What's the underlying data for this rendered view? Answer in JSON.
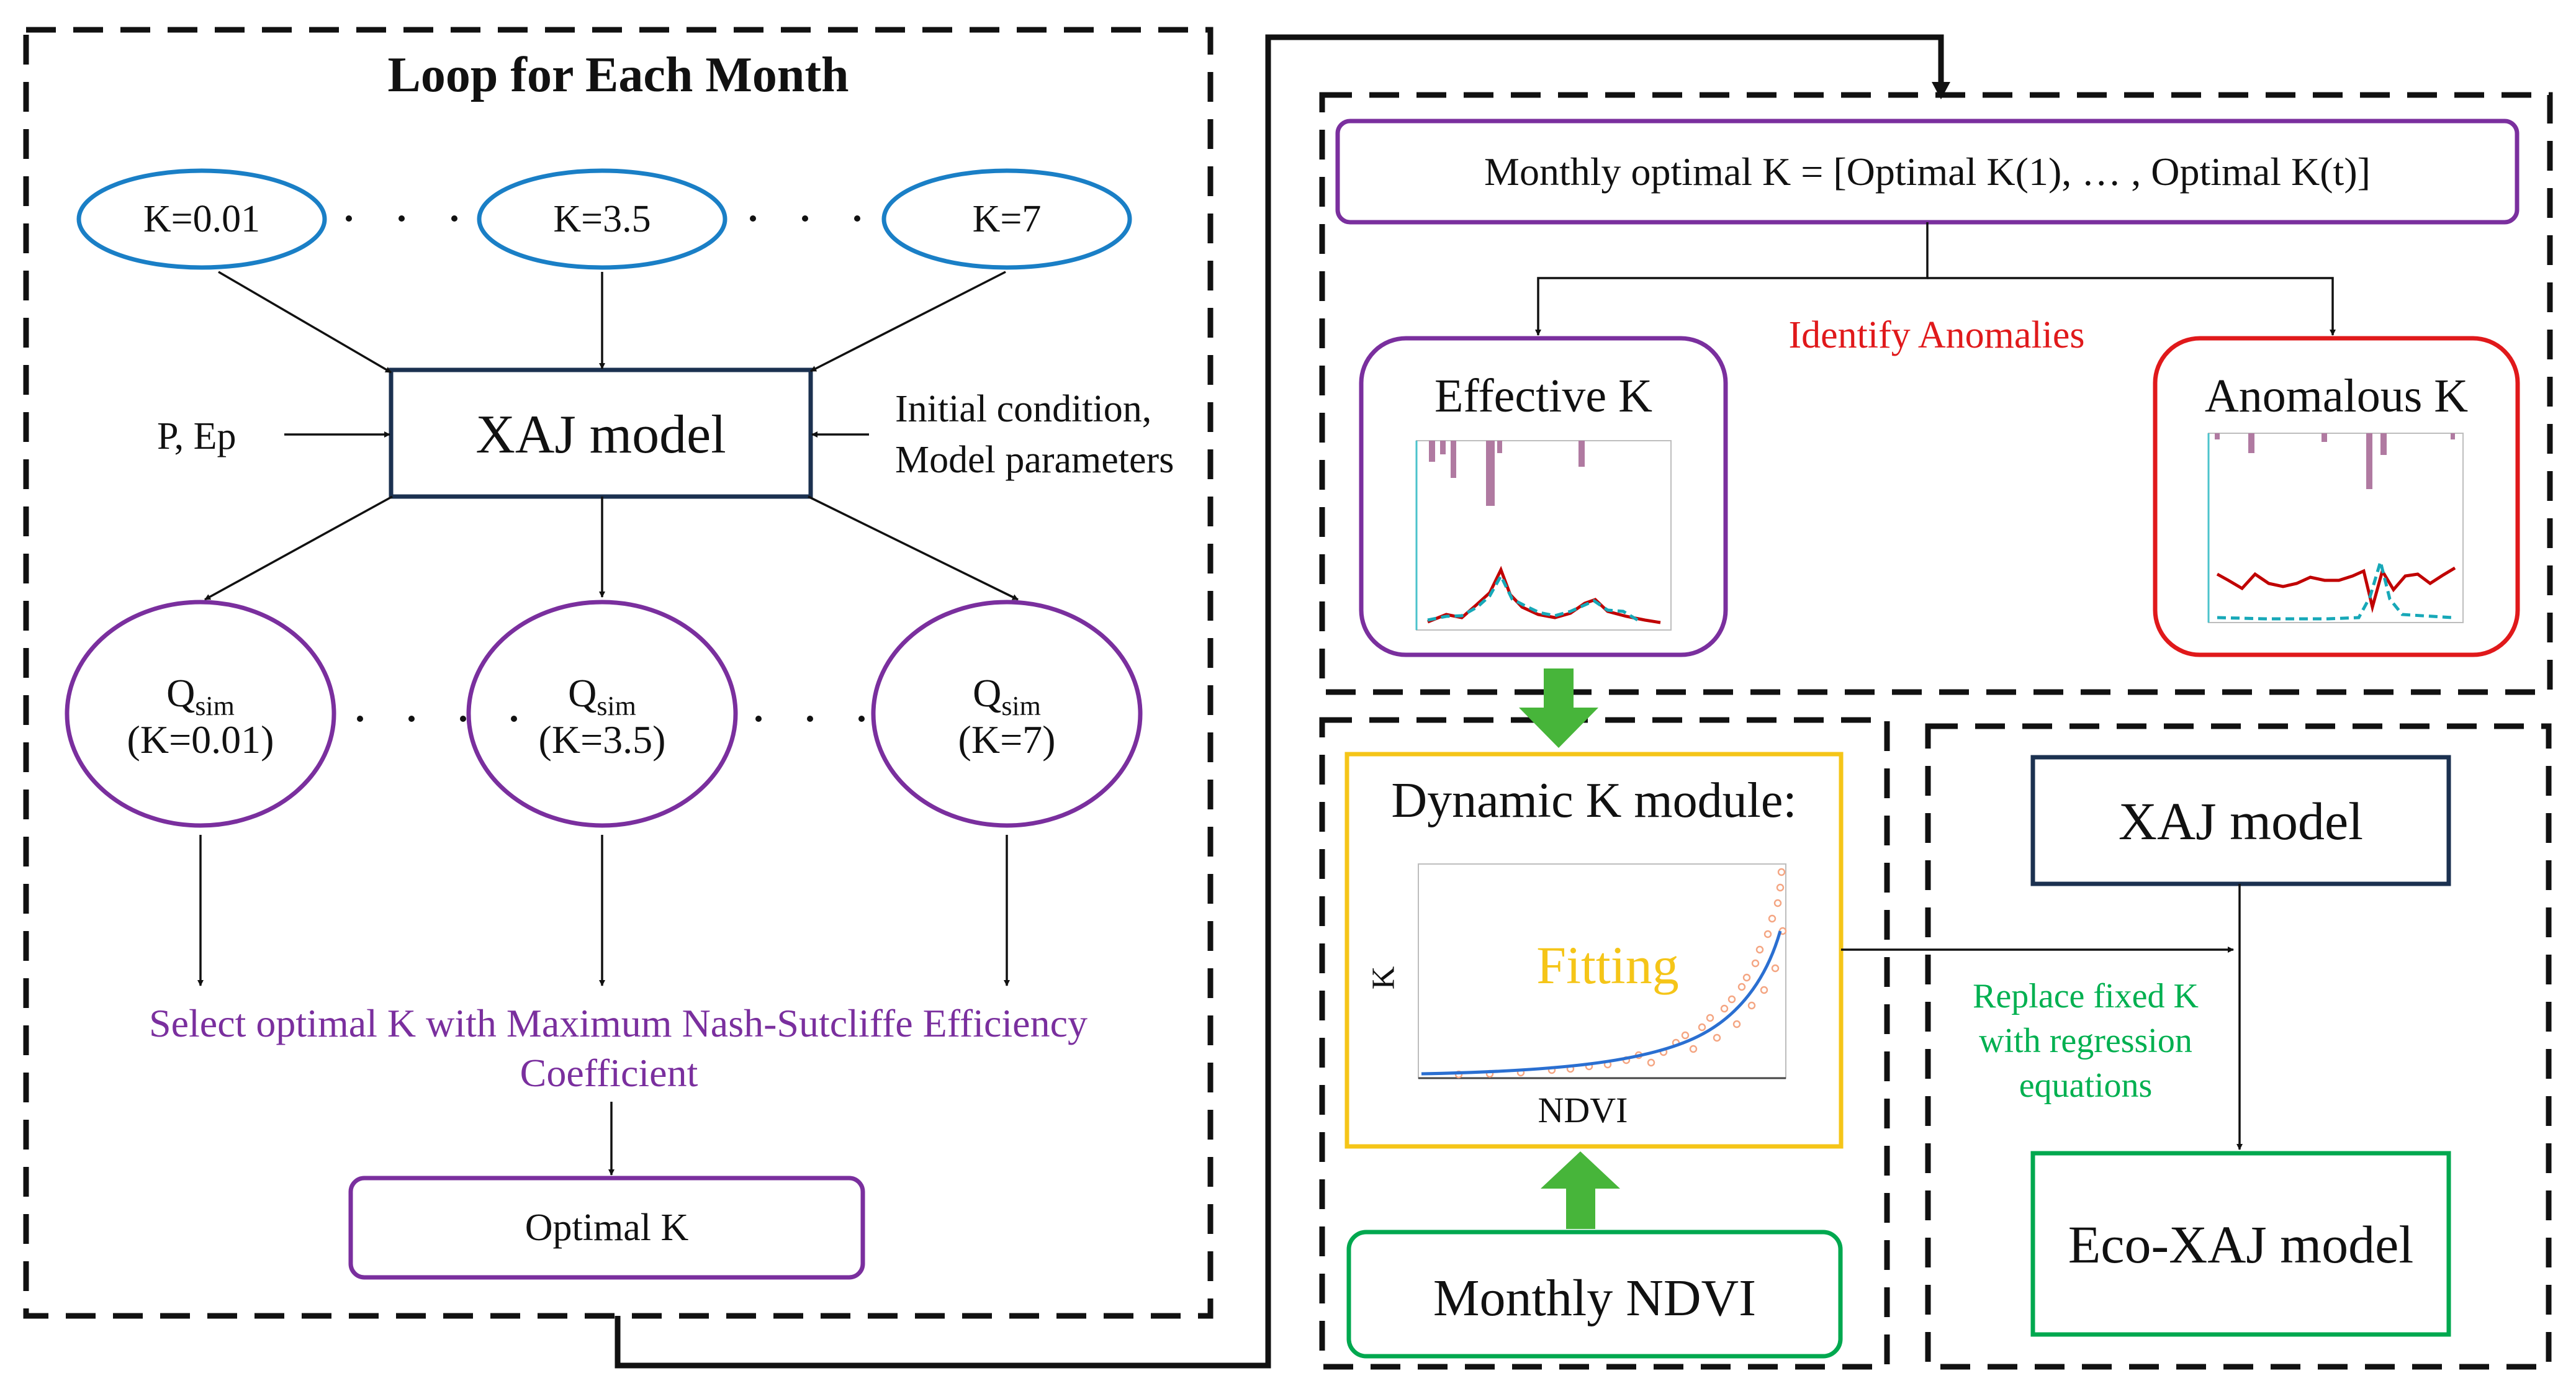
{
  "loop": {
    "title": "Loop for Each Month",
    "k_inputs": [
      "K=0.01",
      "K=3.5",
      "K=7"
    ],
    "model": "XAJ model",
    "left_input": "P, Ep",
    "right_input_line1": "Initial condition,",
    "right_input_line2": "Model parameters",
    "q_symbol": "Q",
    "q_sub": "sim",
    "q_params": [
      "(K=0.01)",
      "(K=3.5)",
      "(K=7)"
    ],
    "select_line1": "Select optimal K with Maximum Nash-Sutcliffe Efficiency",
    "select_line2": "Coefficient",
    "optimal": "Optimal K"
  },
  "anomaly_panel": {
    "monthly": "Monthly optimal K = [Optimal K(1), … , Optimal K(t)]",
    "identify": "Identify Anomalies",
    "effective": "Effective K",
    "anomalous": "Anomalous K"
  },
  "dynamic_panel": {
    "title": "Dynamic K module:",
    "fitting": "Fitting",
    "y_axis": "K",
    "x_axis": "NDVI",
    "ndvi": "Monthly NDVI"
  },
  "eco_panel": {
    "xaj": "XAJ model",
    "replace_line1": "Replace fixed K",
    "replace_line2": "with regression",
    "replace_line3": "equations",
    "eco": "Eco-XAJ model"
  },
  "colors": {
    "purple": "#7a2f9e",
    "blue_ellipse": "#1a7fc6",
    "navy": "#1b3150",
    "red": "#e0191b",
    "green_box": "#00a84f",
    "green_text": "#00b050",
    "yellow": "#f5c518",
    "arrow_green": "#47b53a",
    "bar_mauve": "#b07aa1",
    "line_red": "#c00000",
    "line_cyan": "#17a8b8",
    "curve_blue": "#2a6fd1",
    "scatter_orange": "#f4a582"
  }
}
